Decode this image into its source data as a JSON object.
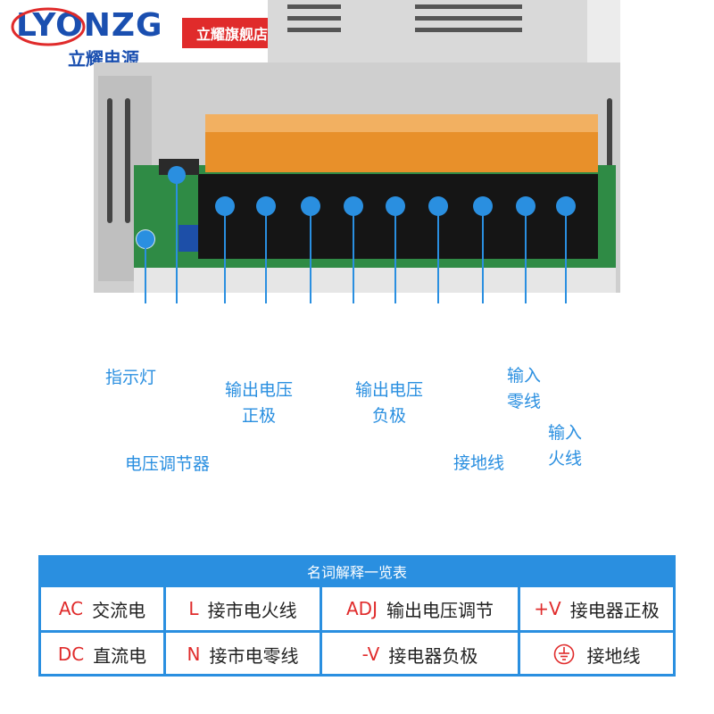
{
  "brand": {
    "logo_text": "LYONZG",
    "logo_subtitle": "立耀电源",
    "store_badge": "立耀旗舰店"
  },
  "terminal_labels": {
    "indicator_light": "指示灯",
    "voltage_regulator": "电压调节器",
    "output_positive_line1": "输出电压",
    "output_positive_line2": "正极",
    "output_negative_line1": "输出电压",
    "output_negative_line2": "负极",
    "ground_wire": "接地线",
    "input_neutral_line1": "输入",
    "input_neutral_line2": "零线",
    "input_live_line1": "输入",
    "input_live_line2": "火线"
  },
  "glossary": {
    "title": "名词解释一览表",
    "rows": [
      [
        {
          "abbr": "AC",
          "desc": "交流电"
        },
        {
          "abbr": "L",
          "desc": "接市电火线"
        },
        {
          "abbr": "ADJ",
          "desc": "输出电压调节"
        },
        {
          "abbr": "+V",
          "desc": "接电器正极"
        }
      ],
      [
        {
          "abbr": "DC",
          "desc": "直流电"
        },
        {
          "abbr": "N",
          "desc": "接市电零线"
        },
        {
          "abbr": "-V",
          "desc": "接电器负极"
        },
        {
          "abbr": "",
          "desc": "接地线",
          "icon": "ground-icon"
        }
      ]
    ]
  },
  "colors": {
    "accent_blue": "#2a8fe0",
    "brand_red": "#e02b2b",
    "brand_blue": "#1a4fb0"
  }
}
